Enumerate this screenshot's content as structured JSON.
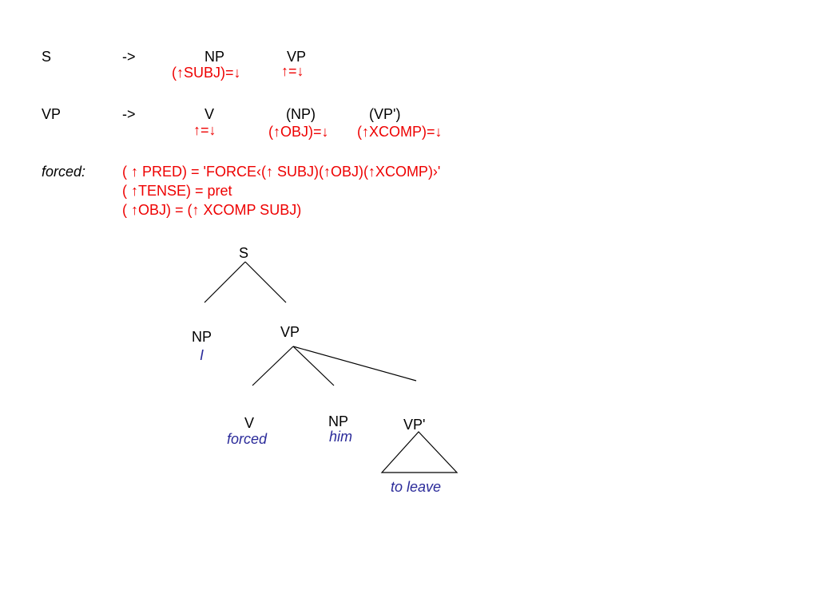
{
  "rules": {
    "s_rule": {
      "lhs": "S",
      "arrow": "->",
      "cat1": "NP",
      "cat2": "VP",
      "ann1": "(↑SUBJ)=↓",
      "ann2": "↑=↓"
    },
    "vp_rule": {
      "lhs": "VP",
      "arrow": "->",
      "cat1": "V",
      "cat2": "(NP)",
      "cat3": "(VP')",
      "ann1": "↑=↓",
      "ann2": "(↑OBJ)=↓",
      "ann3": "(↑XCOMP)=↓"
    }
  },
  "lexical_entry": {
    "word": "forced:",
    "line1": "( ↑ PRED) = 'FORCE‹(↑ SUBJ)(↑OBJ)(↑XCOMP)›'",
    "line2": "( ↑TENSE) = pret",
    "line3": "( ↑OBJ) = (↑ XCOMP SUBJ)"
  },
  "tree": {
    "root": "S",
    "np": "NP",
    "np_word": "I",
    "vp": "VP",
    "v": "V",
    "v_word": "forced",
    "np2": "NP",
    "np2_word": "him",
    "vpprime": "VP'",
    "vpprime_word": "to leave"
  },
  "colors": {
    "annotation": "#ee0000",
    "word": "#2b2b9a",
    "text": "#000000"
  }
}
